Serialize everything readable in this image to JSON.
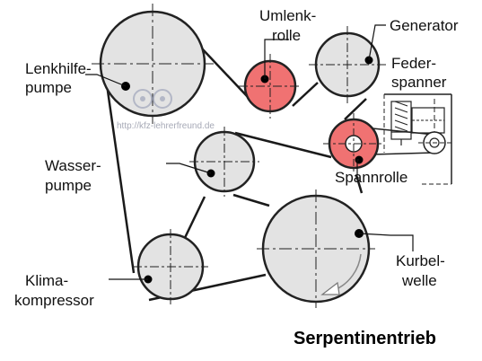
{
  "title": "Serpentinentrieb",
  "watermark": "http://kfz-lehrerfreund.de",
  "labels": {
    "lenkhilfe_1": "Lenkhilfe-",
    "lenkhilfe_2": "pumpe",
    "umlenk_1": "Umlenk-",
    "umlenk_2": "rolle",
    "generator": "Generator",
    "feder_1": "Feder-",
    "feder_2": "spanner",
    "wasser_1": "Wasser-",
    "wasser_2": "pumpe",
    "spannrolle": "Spannrolle",
    "kurbel_1": "Kurbel-",
    "kurbel_2": "welle",
    "klima_1": "Klima-",
    "klima_2": "kompressor"
  },
  "colors": {
    "pulley_fill": "#e3e3e3",
    "highlight_fill": "#f07272",
    "belt": "#1a1a1a",
    "outline": "#222222"
  }
}
